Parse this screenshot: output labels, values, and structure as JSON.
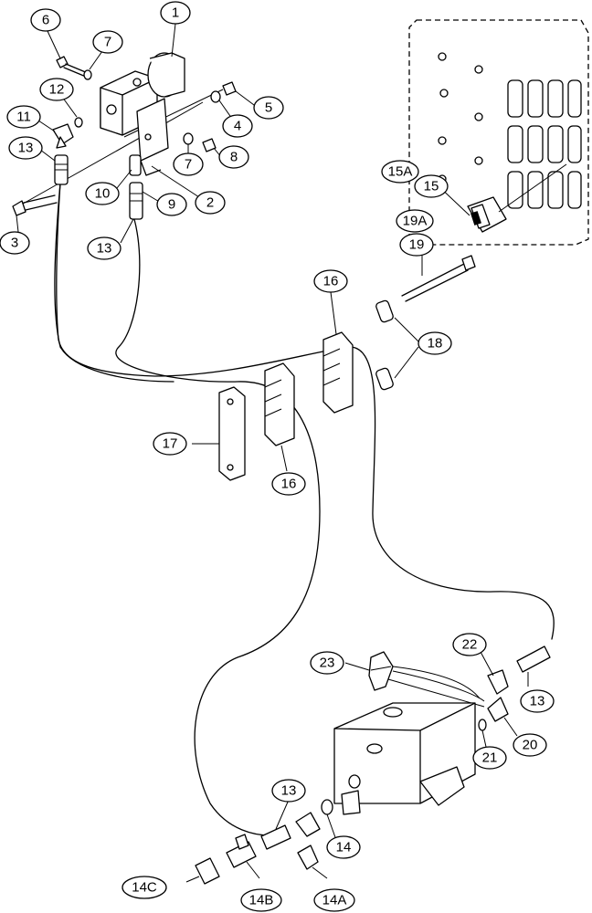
{
  "callouts": [
    {
      "id": "c1",
      "label": "1"
    },
    {
      "id": "c6",
      "label": "6"
    },
    {
      "id": "c7a",
      "label": "7"
    },
    {
      "id": "c12",
      "label": "12"
    },
    {
      "id": "c11",
      "label": "11"
    },
    {
      "id": "c13a",
      "label": "13"
    },
    {
      "id": "c5",
      "label": "5"
    },
    {
      "id": "c4",
      "label": "4"
    },
    {
      "id": "c7b",
      "label": "7"
    },
    {
      "id": "c8",
      "label": "8"
    },
    {
      "id": "c10",
      "label": "10"
    },
    {
      "id": "c9",
      "label": "9"
    },
    {
      "id": "c2",
      "label": "2"
    },
    {
      "id": "c3",
      "label": "3"
    },
    {
      "id": "c13b",
      "label": "13"
    },
    {
      "id": "c15a",
      "label": "15A"
    },
    {
      "id": "c15",
      "label": "15"
    },
    {
      "id": "c19a",
      "label": "19A"
    },
    {
      "id": "c19",
      "label": "19"
    },
    {
      "id": "c16a",
      "label": "16"
    },
    {
      "id": "c18",
      "label": "18"
    },
    {
      "id": "c17",
      "label": "17"
    },
    {
      "id": "c16b",
      "label": "16"
    },
    {
      "id": "c23",
      "label": "23"
    },
    {
      "id": "c22",
      "label": "22"
    },
    {
      "id": "c13c",
      "label": "13"
    },
    {
      "id": "c20",
      "label": "20"
    },
    {
      "id": "c21",
      "label": "21"
    },
    {
      "id": "c13d",
      "label": "13"
    },
    {
      "id": "c14",
      "label": "14"
    },
    {
      "id": "c14c",
      "label": "14C"
    },
    {
      "id": "c14b",
      "label": "14B"
    },
    {
      "id": "c14a",
      "label": "14A"
    }
  ]
}
